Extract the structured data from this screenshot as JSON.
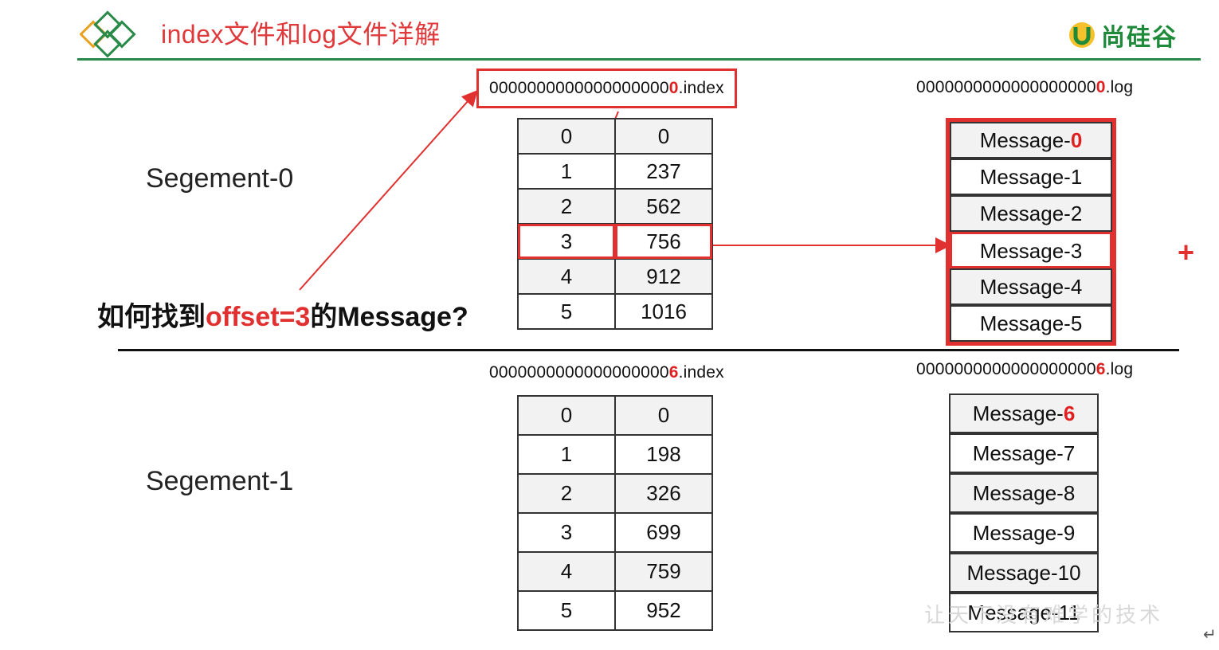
{
  "header": {
    "title": "index文件和log文件详解",
    "brand": "尚硅谷",
    "brand_mark": "U"
  },
  "colors": {
    "accent_red": "#e03030",
    "brand_green": "#1f8a3a"
  },
  "segment0": {
    "label": "Segement-0",
    "index_file": {
      "prefix": "0000000000000000000",
      "hl": "0",
      "suffix": ".index"
    },
    "log_file": {
      "prefix": "0000000000000000000",
      "hl": "0",
      "suffix": ".log"
    },
    "index_rows": [
      [
        "0",
        "0"
      ],
      [
        "1",
        "237"
      ],
      [
        "2",
        "562"
      ],
      [
        "3",
        "756"
      ],
      [
        "4",
        "912"
      ],
      [
        "5",
        "1016"
      ]
    ],
    "messages": [
      {
        "text": "Message-",
        "num": "0",
        "hl": true
      },
      {
        "text": "Message-1",
        "num": "",
        "hl": false
      },
      {
        "text": "Message-2",
        "num": "",
        "hl": false
      },
      {
        "text": "Message-3",
        "num": "",
        "hl": false
      },
      {
        "text": "Message-4",
        "num": "",
        "hl": false
      },
      {
        "text": "Message-5",
        "num": "",
        "hl": false
      }
    ],
    "selected_row": 3
  },
  "segment1": {
    "label": "Segement-1",
    "index_file": {
      "prefix": "0000000000000000000",
      "hl": "6",
      "suffix": ".index"
    },
    "log_file": {
      "prefix": "0000000000000000000",
      "hl": "6",
      "suffix": ".log"
    },
    "index_rows": [
      [
        "0",
        "0"
      ],
      [
        "1",
        "198"
      ],
      [
        "2",
        "326"
      ],
      [
        "3",
        "699"
      ],
      [
        "4",
        "759"
      ],
      [
        "5",
        "952"
      ]
    ],
    "messages": [
      {
        "text": "Message-",
        "num": "6",
        "hl": true
      },
      {
        "text": "Message-7",
        "num": "",
        "hl": false
      },
      {
        "text": "Message-8",
        "num": "",
        "hl": false
      },
      {
        "text": "Message-9",
        "num": "",
        "hl": false
      },
      {
        "text": "Message-10",
        "num": "",
        "hl": false
      },
      {
        "text": "Message-11",
        "num": "",
        "hl": false
      }
    ]
  },
  "question": {
    "pre": "如何找到",
    "hl": "offset=3",
    "post": "的Message?"
  },
  "plus_sign": "+",
  "watermark": "让天下没有难学的技术",
  "corner_mark": "↵"
}
